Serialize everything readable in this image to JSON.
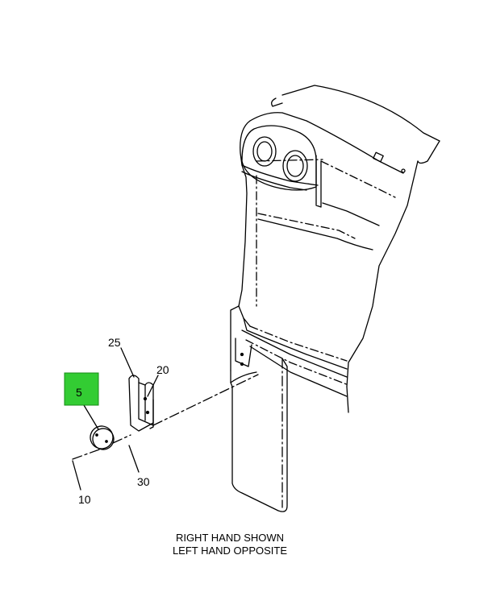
{
  "callouts": {
    "c5": "5",
    "c10": "10",
    "c20": "20",
    "c25": "25",
    "c30": "30"
  },
  "highlight_color": "#33cc33",
  "caption": {
    "line1": "RIGHT HAND SHOWN",
    "line2": "LEFT HAND OPPOSITE"
  }
}
